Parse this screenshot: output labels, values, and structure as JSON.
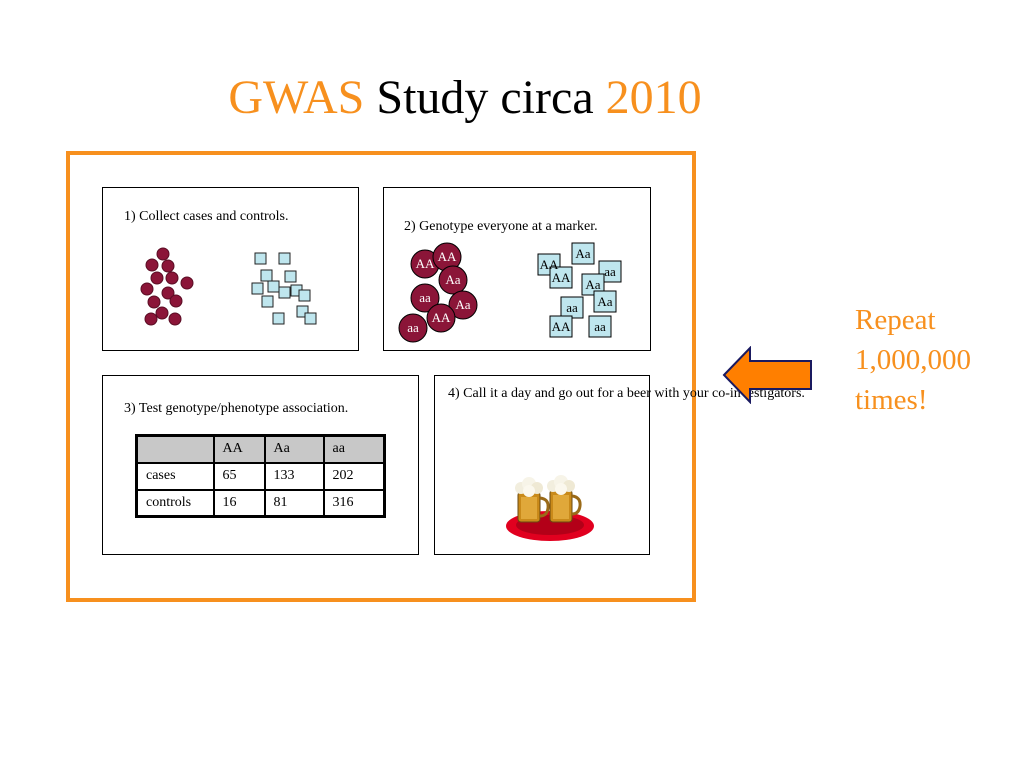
{
  "title": {
    "part1": "GWAS",
    "part2": "Study circa",
    "part3": "2010"
  },
  "steps": {
    "step1": "1) Collect cases and controls.",
    "step2": "2) Genotype everyone at a marker.",
    "step3": "3) Test genotype/phenotype association.",
    "step4": "4) Call it a day and go out for a beer with your co-investigators."
  },
  "cases_genotypes": [
    "AA",
    "AA",
    "Aa",
    "aa",
    "Aa",
    "AA",
    "aa"
  ],
  "controls_genotypes": [
    "Aa",
    "AA",
    "AA",
    "aa",
    "Aa",
    "Aa",
    "aa",
    "AA",
    "aa"
  ],
  "table": {
    "header": [
      "",
      "AA",
      "Aa",
      "aa"
    ],
    "rows": [
      {
        "label": "cases",
        "values": [
          "65",
          "133",
          "202"
        ]
      },
      {
        "label": "controls",
        "values": [
          "16",
          "81",
          "316"
        ]
      }
    ]
  },
  "repeat_text": {
    "line1": "Repeat",
    "line2": "1,000,000",
    "line3": "times!"
  },
  "colors": {
    "accent_orange": "#f7901e",
    "case_circle": "#8b1538",
    "control_square": "#bfe6ee",
    "arrow": "#ff7f00",
    "tray_red": "#e1001f"
  }
}
